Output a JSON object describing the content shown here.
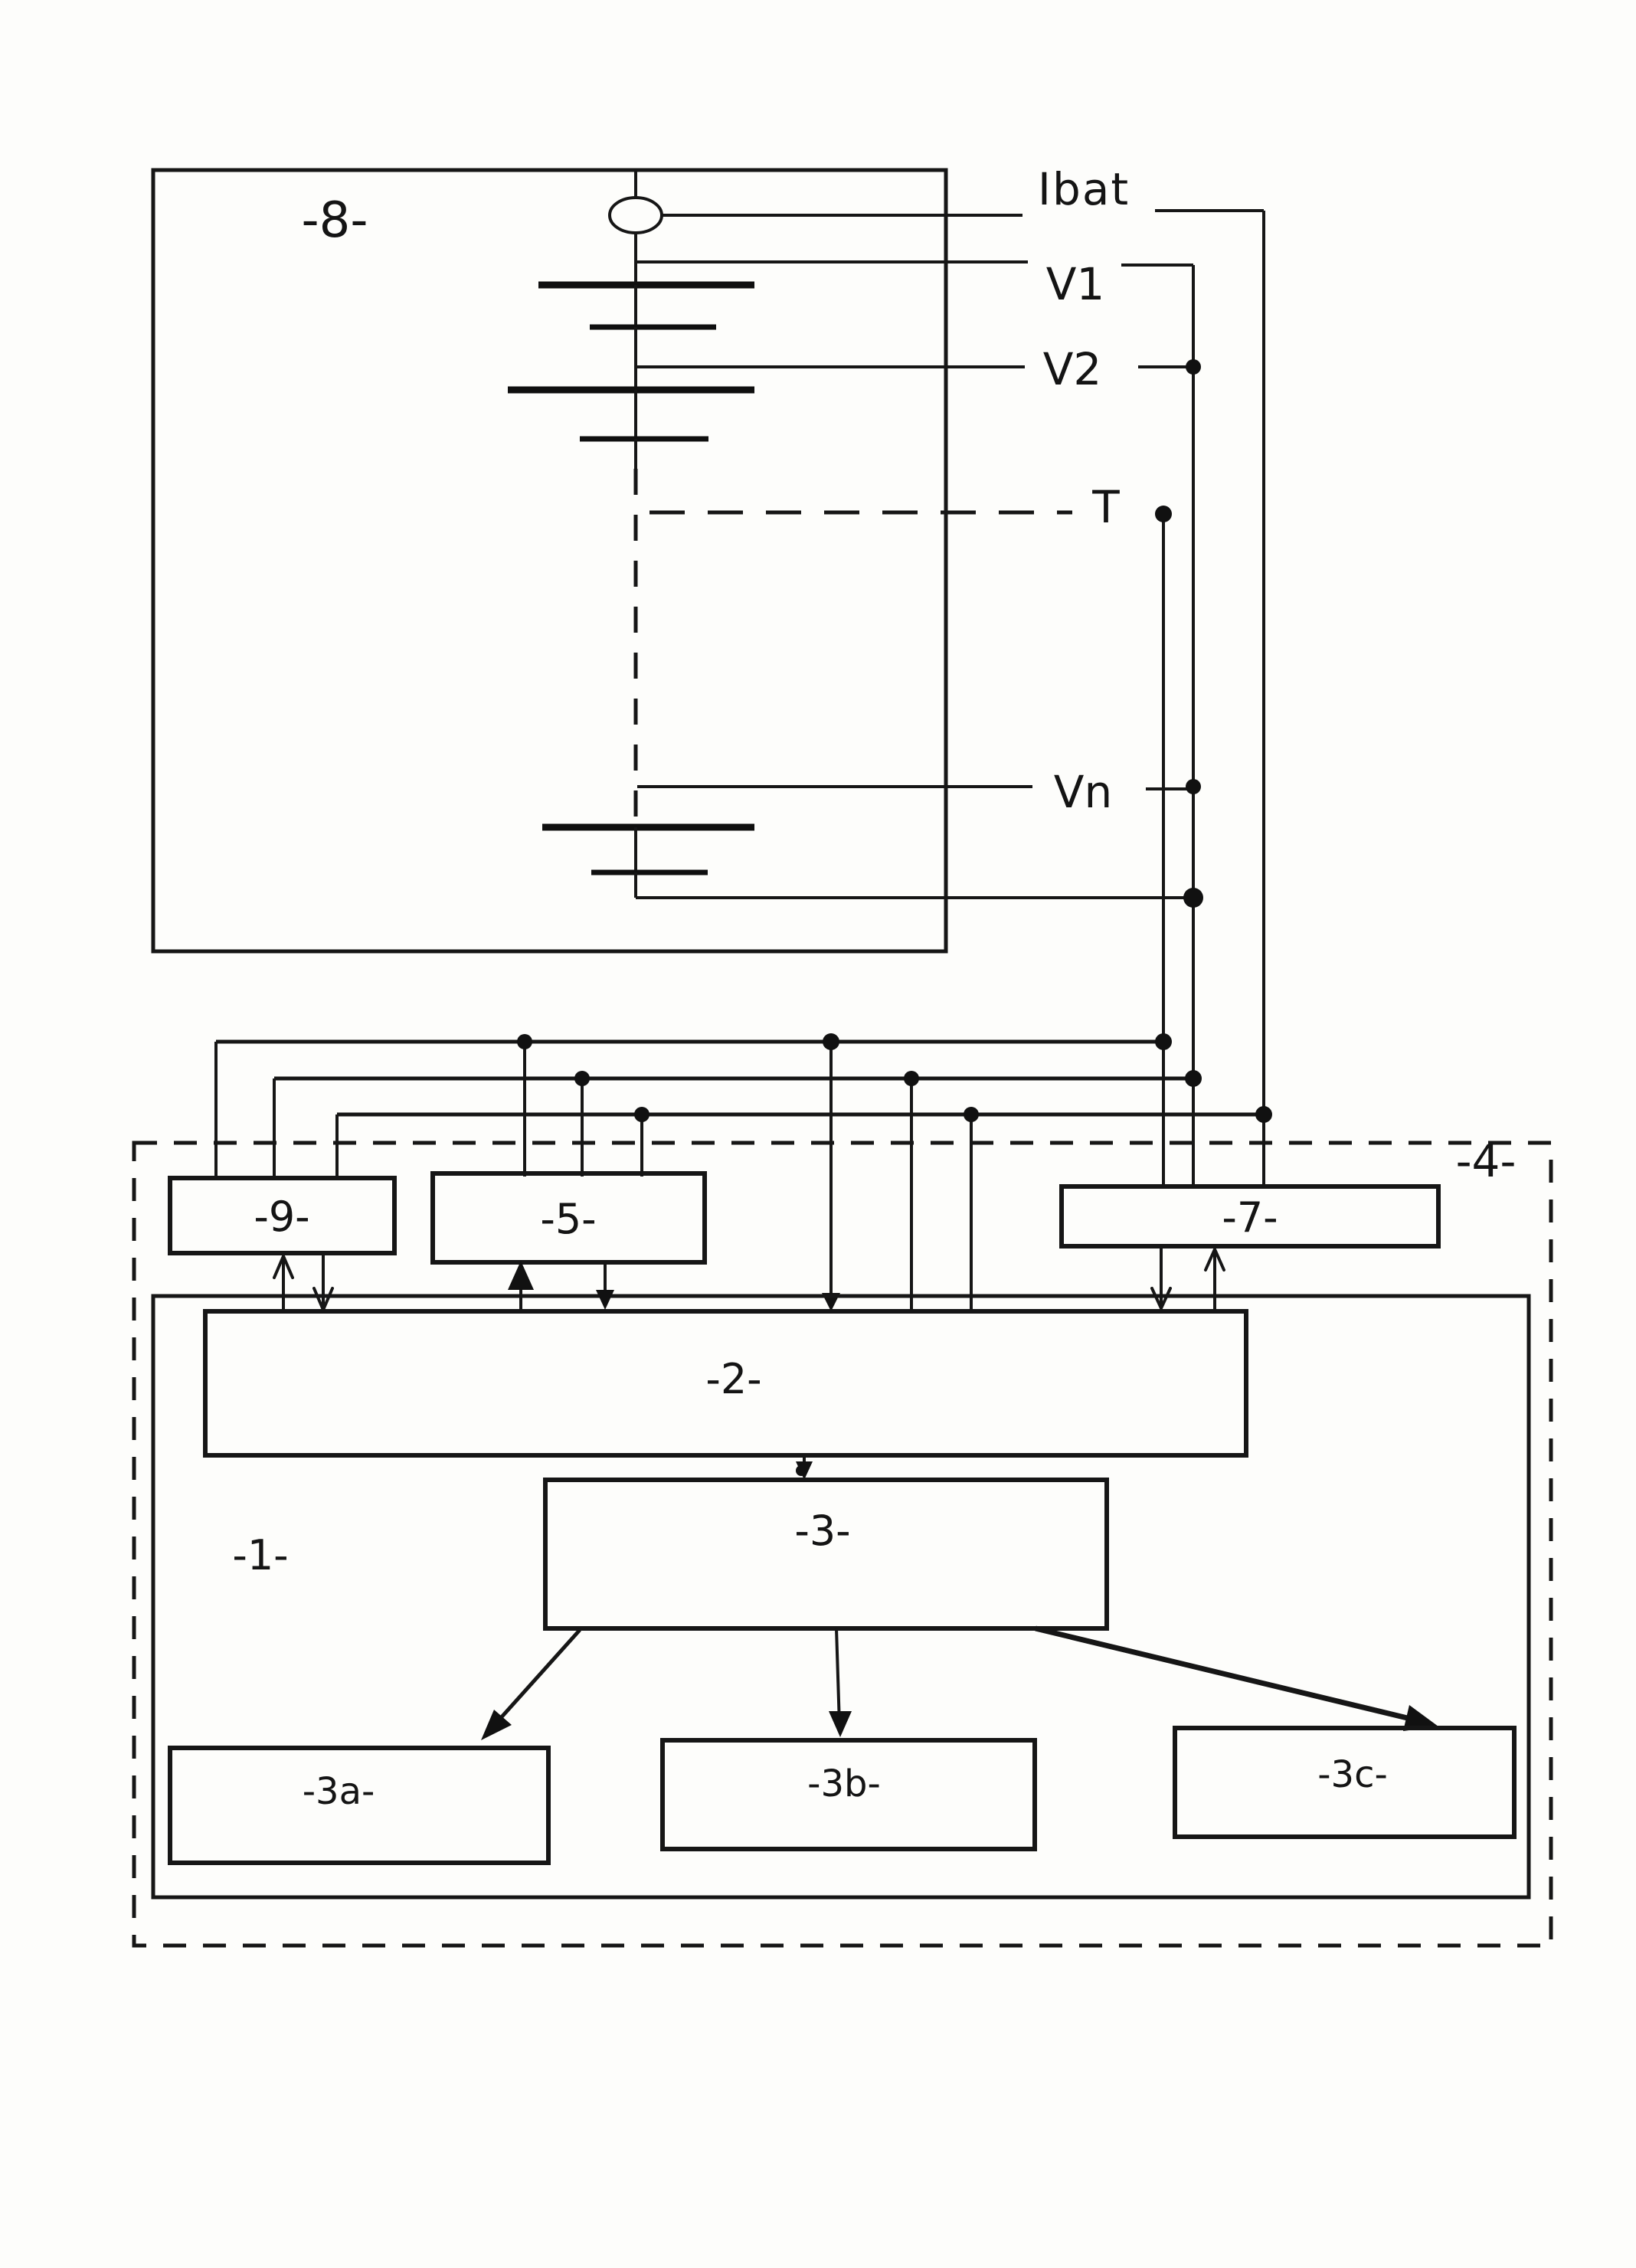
{
  "figure": {
    "colors": {
      "ink": "#161616",
      "paper": "#fdfdfb"
    },
    "battery": {
      "label": "-8-"
    },
    "signals": {
      "ibat": "Ibat",
      "v1": "V1",
      "v2": "V2",
      "t": "T",
      "vn": "Vn"
    },
    "modules": {
      "m9": "-9-",
      "m5": "-5-",
      "m7": "-7-",
      "m4": "-4-",
      "m2": "-2-",
      "m1": "-1-",
      "m3": "-3-",
      "m3a": "-3a-",
      "m3b": "-3b-",
      "m3c": "-3c-"
    }
  }
}
